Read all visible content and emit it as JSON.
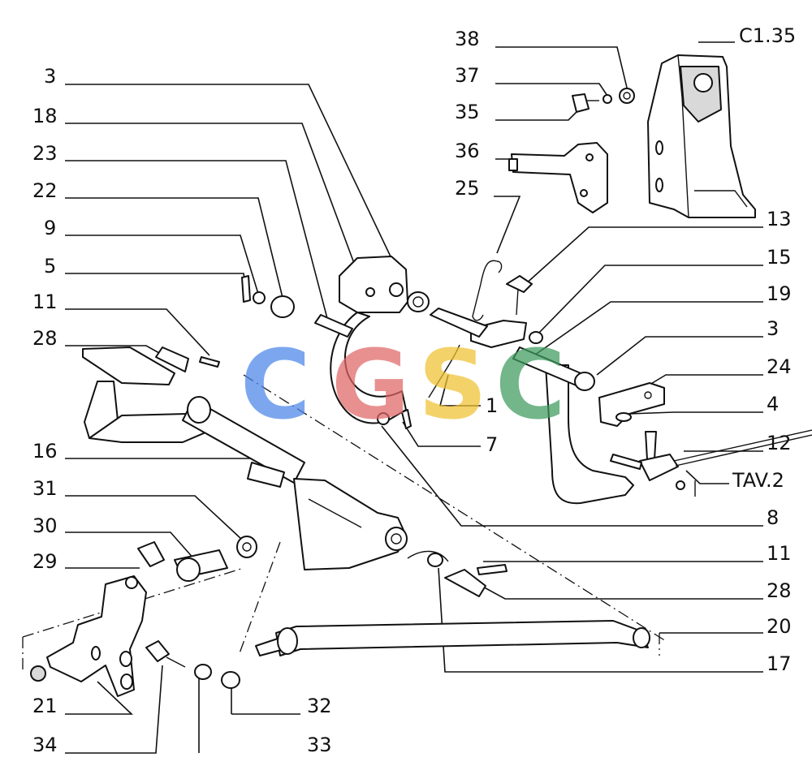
{
  "sheet_ref": "C1.35",
  "callouts": {
    "n38": "38",
    "n37": "37",
    "n35": "35",
    "n36": "36",
    "n25": "25",
    "n3_top": "3",
    "n18": "18",
    "n23": "23",
    "n22": "22",
    "n9": "9",
    "n5": "5",
    "n11_left": "11",
    "n28_left": "28",
    "n16": "16",
    "n31": "31",
    "n30": "30",
    "n29": "29",
    "n21": "21",
    "n34": "34",
    "n33": "33",
    "n32": "32",
    "n13": "13",
    "n15": "15",
    "n19": "19",
    "n3_right": "3",
    "n24": "24",
    "n4": "4",
    "n12": "12",
    "tav2": "TAV.2",
    "n1": "1",
    "n7": "7",
    "n8": "8",
    "n11_right": "11",
    "n28_right": "28",
    "n20": "20",
    "n17": "17"
  },
  "watermark": {
    "letters": [
      "C",
      "G",
      "S",
      "C"
    ],
    "colors": [
      "#4a86e8",
      "#e06666",
      "#f1c232",
      "#3d9a5e"
    ]
  }
}
